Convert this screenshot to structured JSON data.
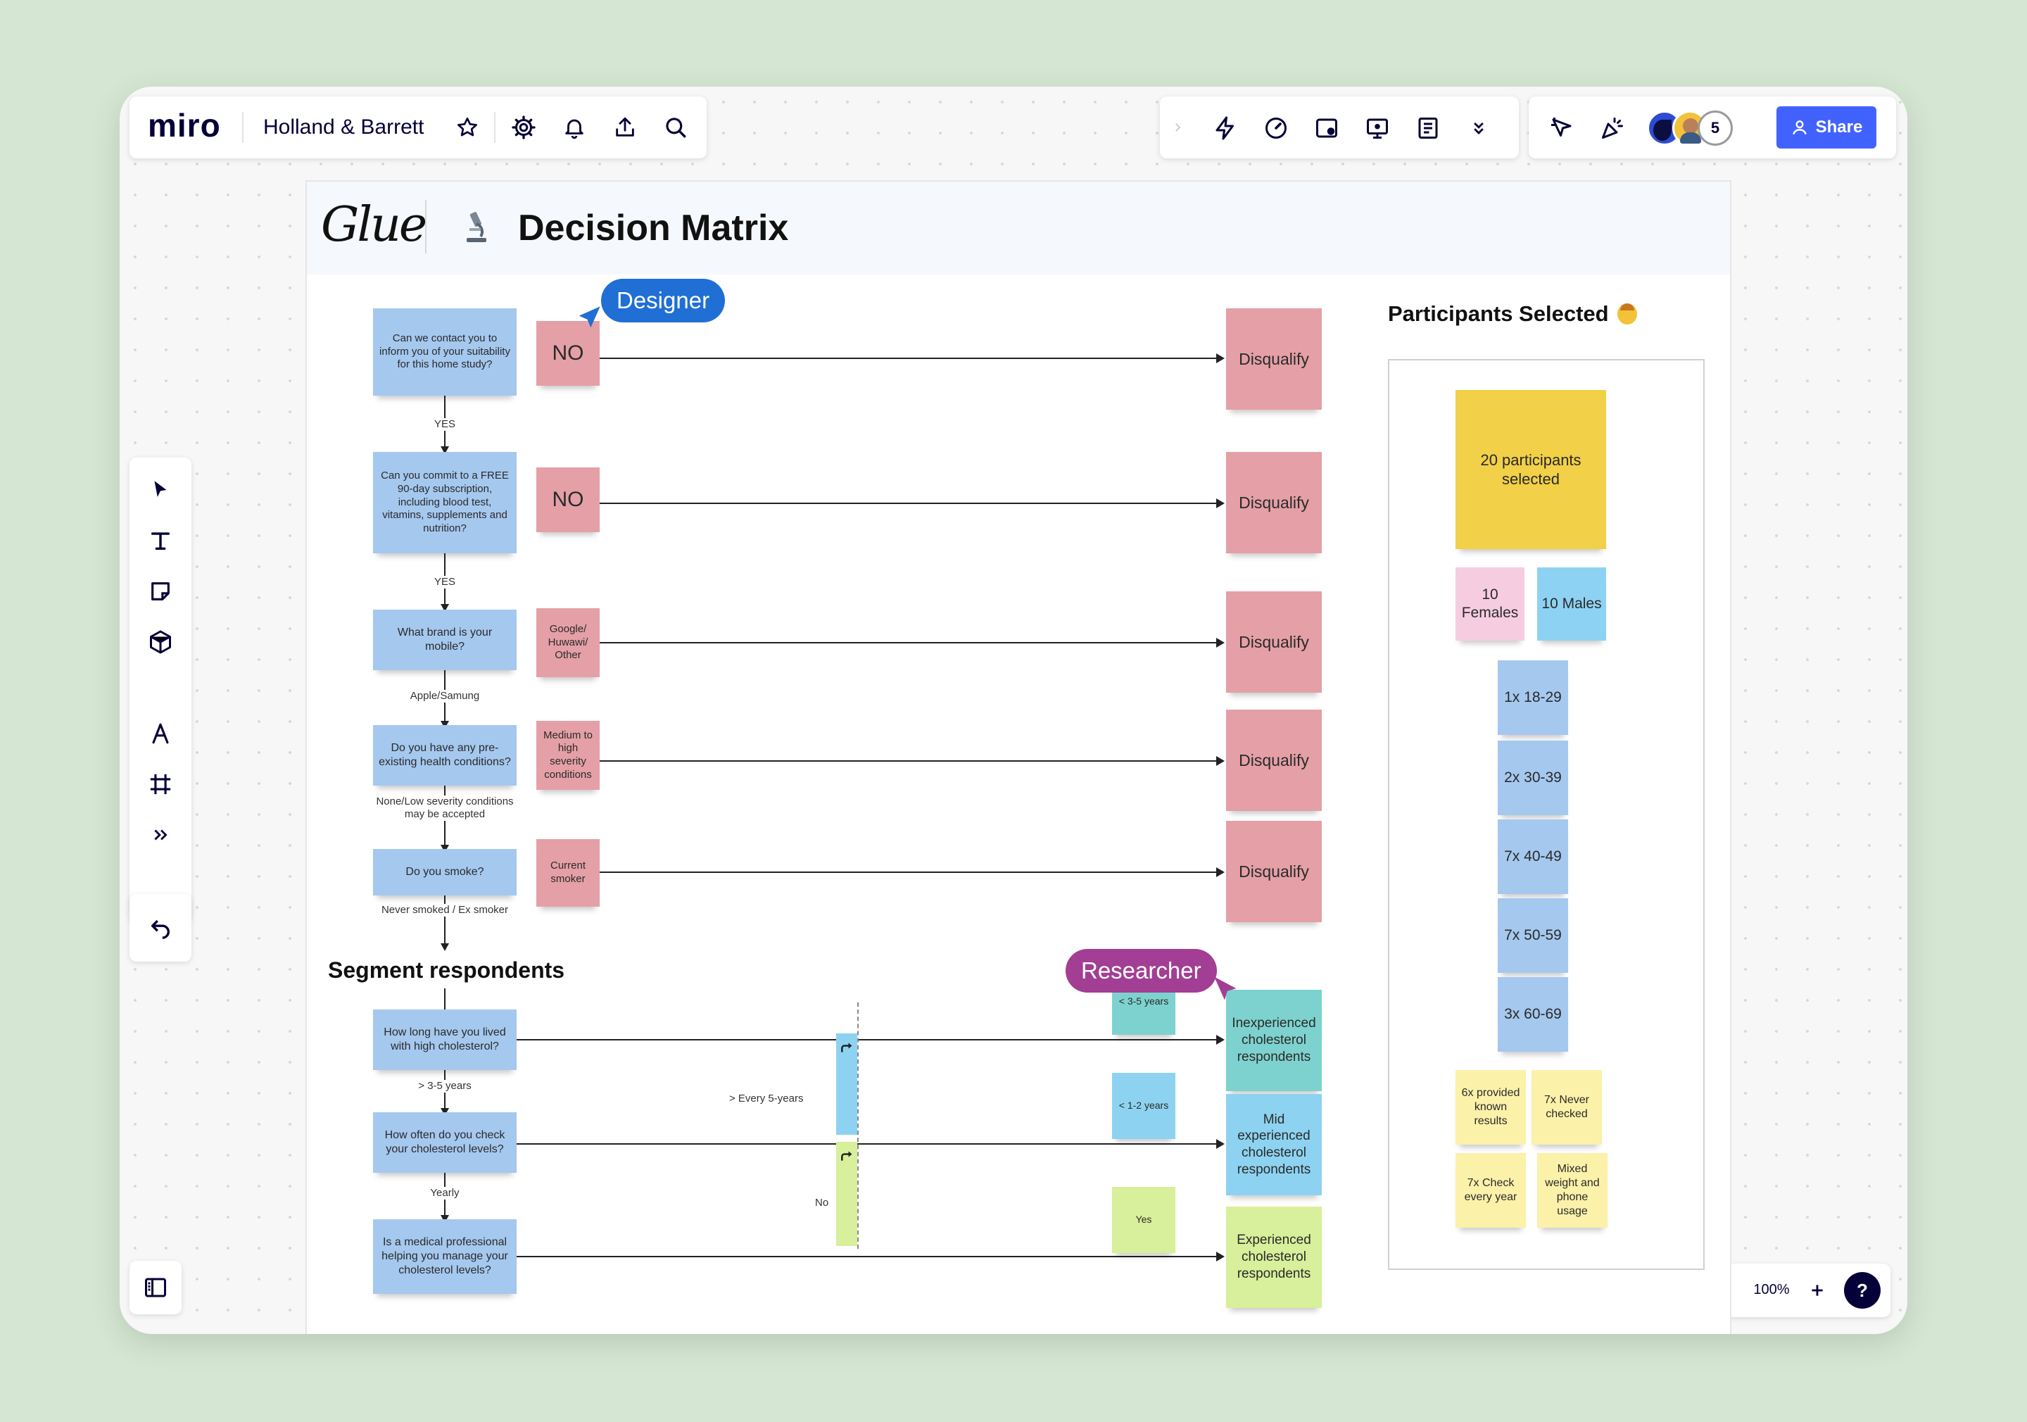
{
  "app": {
    "logo": "miro",
    "board_name": "Holland & Barrett",
    "share_label": "Share",
    "collaborators_extra": "5",
    "zoom": "100%",
    "help": "?"
  },
  "board": {
    "brand_mark": "Glue",
    "title": "Decision Matrix"
  },
  "cursors": {
    "designer": "Designer",
    "researcher": "Researcher"
  },
  "flow": {
    "q1": "Can we contact you to inform you of your suitability for this home study?",
    "q2": "Can you commit to a FREE 90-day subscription, including blood test, vitamins, supplements and nutrition?",
    "q3": "What brand is your mobile?",
    "q4": "Do you have any pre-existing health conditions?",
    "q5": "Do you smoke?",
    "a1": "NO",
    "a2": "NO",
    "a3": "Google/ Huwawi/ Other",
    "a4": "Medium to high severity conditions",
    "a5": "Current smoker",
    "disqualify": "Disqualify",
    "l1": "YES",
    "l2": "YES",
    "l3": "Apple/Samung",
    "l4": "None/Low severity conditions may be accepted",
    "l5": "Never smoked / Ex smoker"
  },
  "segment": {
    "heading": "Segment respondents",
    "q1": "How long have you lived with high cholesterol?",
    "q2": "How often do you check your cholesterol levels?",
    "q3": "Is a medical professional helping you manage your cholesterol levels?",
    "l1": "> 3-5 years",
    "l2": "Yearly",
    "every5": "> Every  5-years",
    "no": "No",
    "c1": "< 3-5 years",
    "c2": "< 1-2 years",
    "c3": "Yes",
    "r1": "Inexperienced cholesterol respondents",
    "r2": "Mid experienced cholesterol respondents",
    "r3": "Experienced cholesterol respondents"
  },
  "participants": {
    "heading": "Participants Selected",
    "total": "20 participants selected",
    "females": "10 Females",
    "males": "10 Males",
    "ages": [
      "1x 18-29",
      "2x 30-39",
      "7x 40-49",
      "7x 50-59",
      "3x 60-69"
    ],
    "checks": [
      "6x provided known results",
      "7x Never checked",
      "7x Check every year",
      "Mixed weight and phone usage"
    ]
  }
}
